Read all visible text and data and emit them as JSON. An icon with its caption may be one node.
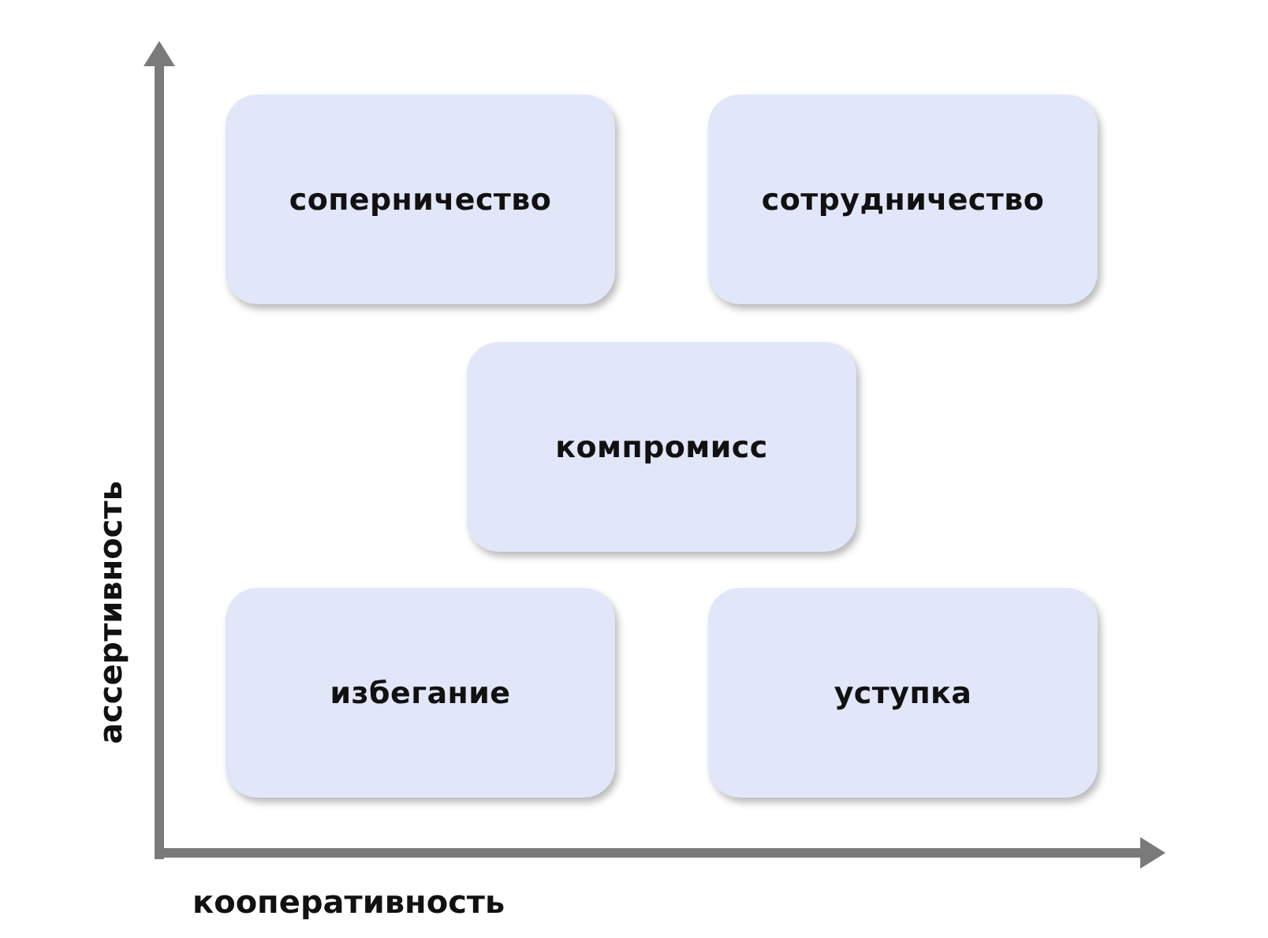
{
  "diagram": {
    "nodes": [
      {
        "text": [
          "соперничество"
        ]
      },
      {
        "text": [
          "сотрудничество"
        ]
      },
      {
        "text": [
          "компромисс"
        ]
      },
      {
        "text": [
          "избегание"
        ]
      },
      {
        "text": [
          "уступка"
        ]
      }
    ],
    "labels": [
      "ассертивность",
      "кооперативность"
    ]
  }
}
